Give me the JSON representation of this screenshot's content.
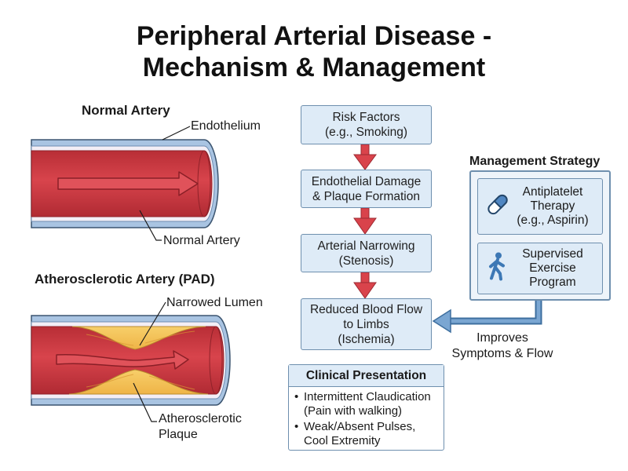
{
  "title": {
    "line1": "Peripheral Arterial Disease -",
    "line2": "Mechanism & Management"
  },
  "normal_artery": {
    "heading": "Normal Artery",
    "label_top": "Endothelium",
    "label_bottom": "Normal Artery"
  },
  "pad_artery": {
    "heading": "Atherosclerotic Artery (PAD)",
    "label_top": "Narrowed Lumen",
    "label_bottom_line1": "Atherosclerotic",
    "label_bottom_line2": "Plaque"
  },
  "flow": [
    {
      "line1": "Risk Factors",
      "line2": "(e.g., Smoking)",
      "line3": ""
    },
    {
      "line1": "Endothelial Damage",
      "line2": "& Plaque Formation",
      "line3": ""
    },
    {
      "line1": "Arterial Narrowing",
      "line2": "(Stenosis)",
      "line3": ""
    },
    {
      "line1": "Reduced Blood Flow",
      "line2": "to Limbs",
      "line3": "(Ischemia)"
    }
  ],
  "management": {
    "heading": "Management Strategy",
    "items": [
      {
        "line1": "Antiplatelet",
        "line2": "Therapy",
        "line3": "(e.g., Aspirin)",
        "icon": "pill-icon"
      },
      {
        "line1": "Supervised",
        "line2": "Exercise",
        "line3": "Program",
        "icon": "walking-person-icon"
      }
    ],
    "arrow_label_line1": "Improves",
    "arrow_label_line2": "Symptoms & Flow"
  },
  "clinical": {
    "heading": "Clinical Presentation",
    "items": [
      {
        "line1": "Intermittent Claudication",
        "line2": "(Pain with walking)"
      },
      {
        "line1": "Weak/Absent Pulses,",
        "line2": "Cool Extremity"
      }
    ]
  },
  "colors": {
    "box_fill": "#deebf7",
    "box_border": "#6e8fae",
    "flow_arrow": "#d9434b",
    "artery_red": "#cf3a43",
    "artery_outer": "#a9c4e2",
    "plaque": "#f5c45a",
    "management_arrow": "#5f8fc0"
  }
}
